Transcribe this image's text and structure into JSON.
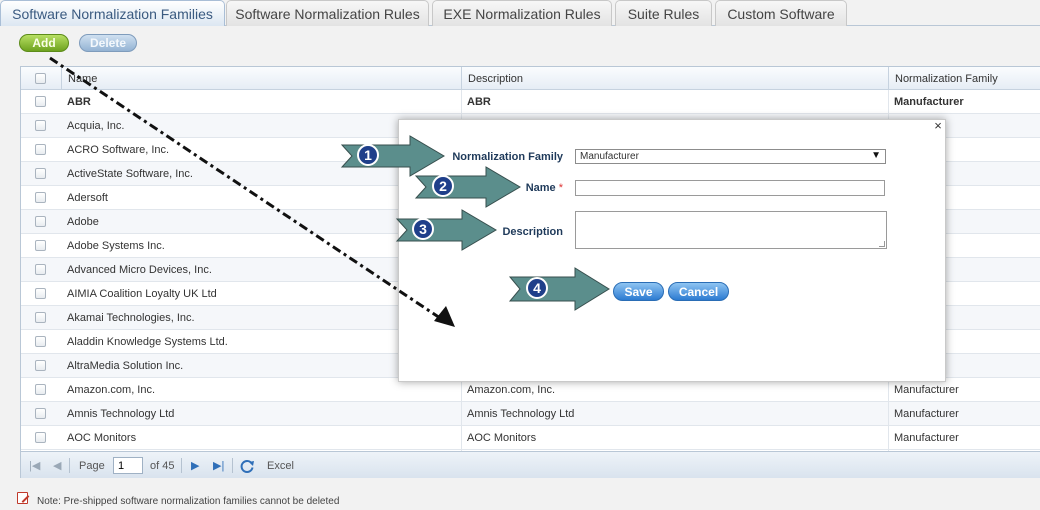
{
  "tabs": [
    {
      "label": "Software Normalization Families",
      "active": true
    },
    {
      "label": "Software Normalization Rules",
      "active": false
    },
    {
      "label": "EXE Normalization Rules",
      "active": false
    },
    {
      "label": "Suite Rules",
      "active": false
    },
    {
      "label": "Custom Software",
      "active": false
    }
  ],
  "toolbar": {
    "add_label": "Add",
    "delete_label": "Delete"
  },
  "grid": {
    "columns": {
      "name": "Name",
      "description": "Description",
      "family": "Normalization Family"
    },
    "rows": [
      {
        "name": "ABR",
        "description": "ABR",
        "family": "Manufacturer",
        "bold": true
      },
      {
        "name": "Acquia, Inc.",
        "description": "",
        "family": ""
      },
      {
        "name": "ACRO Software, Inc.",
        "description": "",
        "family": ""
      },
      {
        "name": "ActiveState Software, Inc.",
        "description": "",
        "family": ""
      },
      {
        "name": "Adersoft",
        "description": "",
        "family": ""
      },
      {
        "name": "Adobe",
        "description": "",
        "family": ""
      },
      {
        "name": "Adobe Systems Inc.",
        "description": "",
        "family": ""
      },
      {
        "name": "Advanced Micro Devices, Inc.",
        "description": "",
        "family": ""
      },
      {
        "name": "AIMIA Coalition Loyalty UK Ltd",
        "description": "",
        "family": ""
      },
      {
        "name": "Akamai Technologies, Inc.",
        "description": "",
        "family": ""
      },
      {
        "name": "Aladdin Knowledge Systems Ltd.",
        "description": "",
        "family": ""
      },
      {
        "name": "AltraMedia Solution Inc.",
        "description": "",
        "family": ""
      },
      {
        "name": "Amazon.com, Inc.",
        "description": "Amazon.com, Inc.",
        "family": "Manufacturer"
      },
      {
        "name": "Amnis Technology Ltd",
        "description": "Amnis Technology Ltd",
        "family": "Manufacturer"
      },
      {
        "name": "AOC Monitors",
        "description": "AOC Monitors",
        "family": "Manufacturer"
      }
    ]
  },
  "pager": {
    "page_label": "Page",
    "page_value": "1",
    "of_label": "of 45",
    "excel_label": "Excel"
  },
  "note": "Note: Pre-shipped software normalization families cannot be deleted",
  "dialog": {
    "close": "×",
    "family_label": "Normalization Family",
    "family_value": "Manufacturer",
    "name_label": "Name",
    "required_mark": "*",
    "description_label": "Description",
    "save_label": "Save",
    "cancel_label": "Cancel"
  },
  "annotations": {
    "step1": "1",
    "step2": "2",
    "step3": "3",
    "step4": "4"
  },
  "colors": {
    "accent": "#2c7bd1",
    "add_green": "#6ea21f",
    "arrow_teal": "#5b8e8c"
  }
}
